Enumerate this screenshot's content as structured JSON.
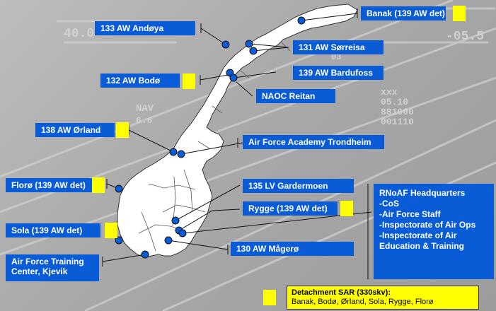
{
  "hud": {
    "left_top": "40.0",
    "right_top": "-05.5",
    "nav_label": "NAV",
    "nav_val": "6.6",
    "right_block": [
      "xxx",
      "05.10",
      "881000",
      "001110"
    ],
    "small_03": "03"
  },
  "labels": [
    {
      "id": "banak",
      "text": "Banak (139 AW det)",
      "sar": true
    },
    {
      "id": "andoya",
      "text": "133 AW Andøya",
      "sar": false
    },
    {
      "id": "sorreisa",
      "text": "131 AW Sørreisa",
      "sar": false
    },
    {
      "id": "bodo",
      "text": "132 AW Bodø",
      "sar": true
    },
    {
      "id": "bardufoss",
      "text": "139 AW Bardufoss",
      "sar": false
    },
    {
      "id": "reitan",
      "text": "NAOC Reitan",
      "sar": false
    },
    {
      "id": "orland",
      "text": "138 AW Ørland",
      "sar": true
    },
    {
      "id": "academy",
      "text": "Air Force Academy Trondheim",
      "sar": false
    },
    {
      "id": "floro",
      "text": "Florø (139 AW det)",
      "sar": true
    },
    {
      "id": "gardermoen",
      "text": "135 LV Gardermoen",
      "sar": false
    },
    {
      "id": "rygge",
      "text": "Rygge (139 AW det)",
      "sar": true
    },
    {
      "id": "sola",
      "text": "Sola (139 AW det)",
      "sar": true
    },
    {
      "id": "magero",
      "text": "130 AW Mågerø",
      "sar": false
    },
    {
      "id": "kjevik",
      "text": "Air Force Training Center, Kjevik",
      "sar": false
    }
  ],
  "hq": {
    "title": "RNoAF Headquarters",
    "lines": [
      "-CoS",
      "-Air Force Staff",
      "-Inspectorate of Air Ops",
      "-Inspectorate of Air Education & Training"
    ]
  },
  "legend": {
    "title": "Detachment SAR (330skv):",
    "text": "Banak, Bodø, Ørland, Sola, Rygge, Florø"
  },
  "colors": {
    "label_bg": "#0a5bd6",
    "sar": "#ffff00",
    "dot": "#0a5bd6",
    "land": "#ffffff"
  }
}
